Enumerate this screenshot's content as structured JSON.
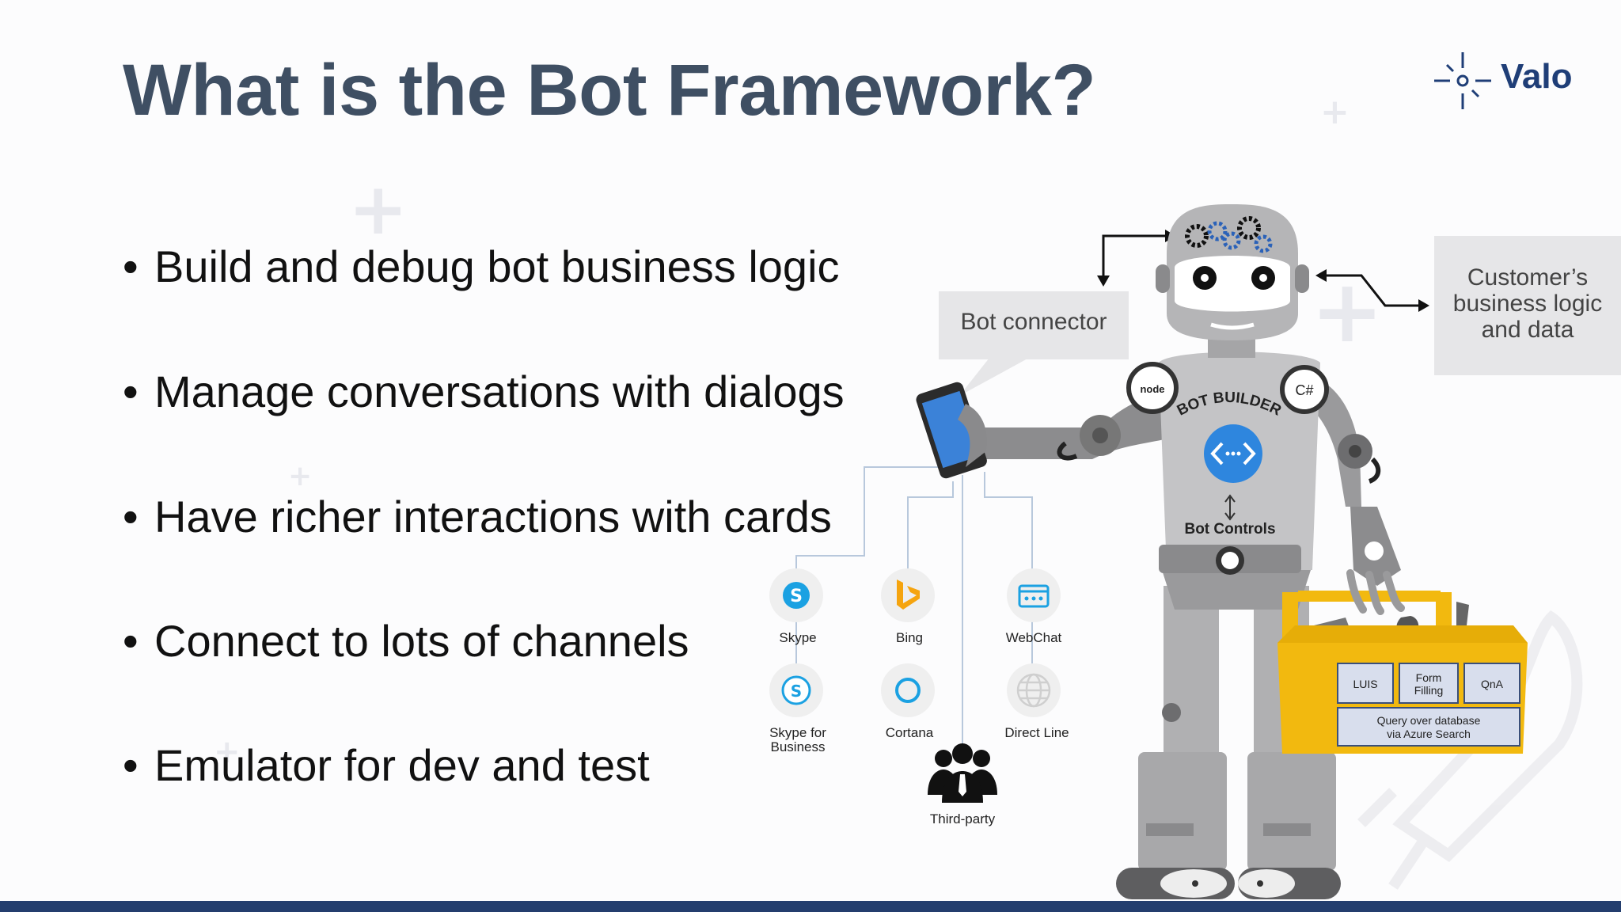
{
  "title": "What is the Bot Framework?",
  "logo": {
    "text": "Valo",
    "icon": "sparkle-icon",
    "color": "#1f3e77"
  },
  "bullets": [
    "Build and debug bot business logic",
    "Manage conversations with dialogs",
    "Have richer interactions with cards",
    "Connect to lots of channels",
    "Emulator for dev and test"
  ],
  "callouts": {
    "bot_connector": "Bot connector",
    "customer": [
      "Customer’s",
      "business logic",
      "and data"
    ]
  },
  "robot": {
    "chest_label": "BOT BUILDER",
    "controls_label": "Bot Controls",
    "node_badge": "node",
    "csharp_badge": "C#"
  },
  "channels": [
    {
      "name": "Skype",
      "icon": "skype-icon"
    },
    {
      "name": "Bing",
      "icon": "bing-icon"
    },
    {
      "name": "WebChat",
      "icon": "webchat-icon"
    },
    {
      "name": "Skype for",
      "name2": "Business",
      "icon": "skype-business-icon"
    },
    {
      "name": "Cortana",
      "icon": "cortana-icon"
    },
    {
      "name": "Direct Line",
      "icon": "globe-icon"
    },
    {
      "name": "Third-party",
      "icon": "people-icon"
    }
  ],
  "toolbox": {
    "luis": "LUIS",
    "form1": "Form",
    "form2": "Filling",
    "qna": "QnA",
    "query1": "Query over database",
    "query2": "via Azure Search"
  },
  "colors": {
    "title": "#3f4f63",
    "accent_blue": "#1e88e5",
    "toolbox_yellow": "#f2b90f",
    "bottom_bar": "#243e6e"
  }
}
